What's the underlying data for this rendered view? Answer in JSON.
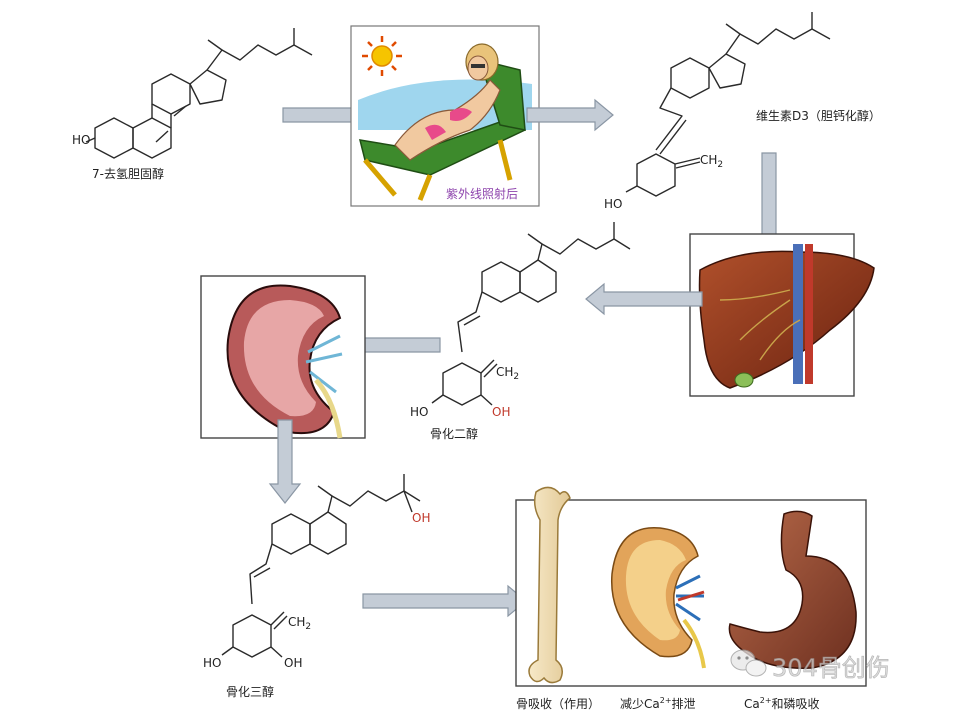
{
  "labels": {
    "dehydrocholesterol": "7-去氢胆固醇",
    "uv": "紫外线照射后",
    "vitd3": "维生素D3（胆钙化醇）",
    "calcidiol": "骨化二醇",
    "calcitriol": "骨化三醇",
    "bone_effect": "骨吸收（作用）",
    "kidney_effect_prefix": "减少Ca",
    "kidney_effect_sup": "2+",
    "kidney_effect_suffix": "排泄",
    "gut_effect_prefix": "Ca",
    "gut_effect_sup": "2+",
    "gut_effect_suffix": "和磷吸收"
  },
  "atoms": {
    "ho": "HO",
    "oh": "OH",
    "ch2": "CH2",
    "ch2_main": "CH",
    "ch2_sub": "2"
  },
  "watermark": {
    "text": "304骨创伤",
    "icon": "wechat-icon"
  },
  "colors": {
    "ring_green": "#b9dfc9",
    "ring_orange": "#f8c49a",
    "ring_yellow": "#f7ef9a",
    "ring_pink": "#f2b7a8",
    "arrow_fill": "#c4ccd6",
    "oh_red": "#c0392b",
    "label_purple": "#8e44ad"
  }
}
